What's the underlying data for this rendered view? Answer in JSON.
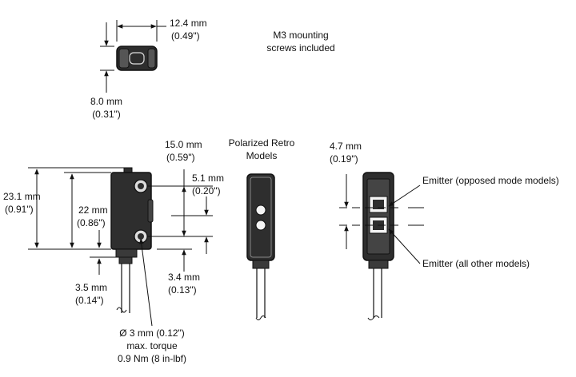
{
  "colors": {
    "body_fill": "#2e2e2e",
    "body_stroke": "#111111",
    "line": "#111111",
    "lens_fill": "#f4f4f4"
  },
  "top_view": {
    "width_mm": "12.4 mm",
    "width_in": "(0.49\")",
    "height_mm": "8.0 mm",
    "height_in": "(0.31\")"
  },
  "note": {
    "line1": "M3 mounting",
    "line2": "screws included"
  },
  "side_view": {
    "overall_mm": "23.1 mm",
    "overall_in": "(0.91\")",
    "hole_spacing_mm": "22 mm",
    "hole_spacing_in": "(0.86\")",
    "bottom_offset_mm": "3.5 mm",
    "bottom_offset_in": "(0.14\")",
    "top_depth_mm": "15.0 mm",
    "top_depth_in": "(0.59\")",
    "lens_offset_mm": "5.1 mm",
    "lens_offset_in": "(0.20\")",
    "lower_offset_mm": "3.4 mm",
    "lower_offset_in": "(0.13\")",
    "hole_diameter": "Ø 3 mm (0.12\")",
    "torque_label": "max. torque",
    "torque_value": "0.9 Nm (8 in-lbf)"
  },
  "retro_view": {
    "title_line1": "Polarized Retro",
    "title_line2": "Models"
  },
  "front_view": {
    "width_mm": "4.7 mm",
    "width_in": "(0.19\")",
    "emitter_opposed": "Emitter (opposed mode models)",
    "emitter_other": "Emitter (all other models)"
  }
}
